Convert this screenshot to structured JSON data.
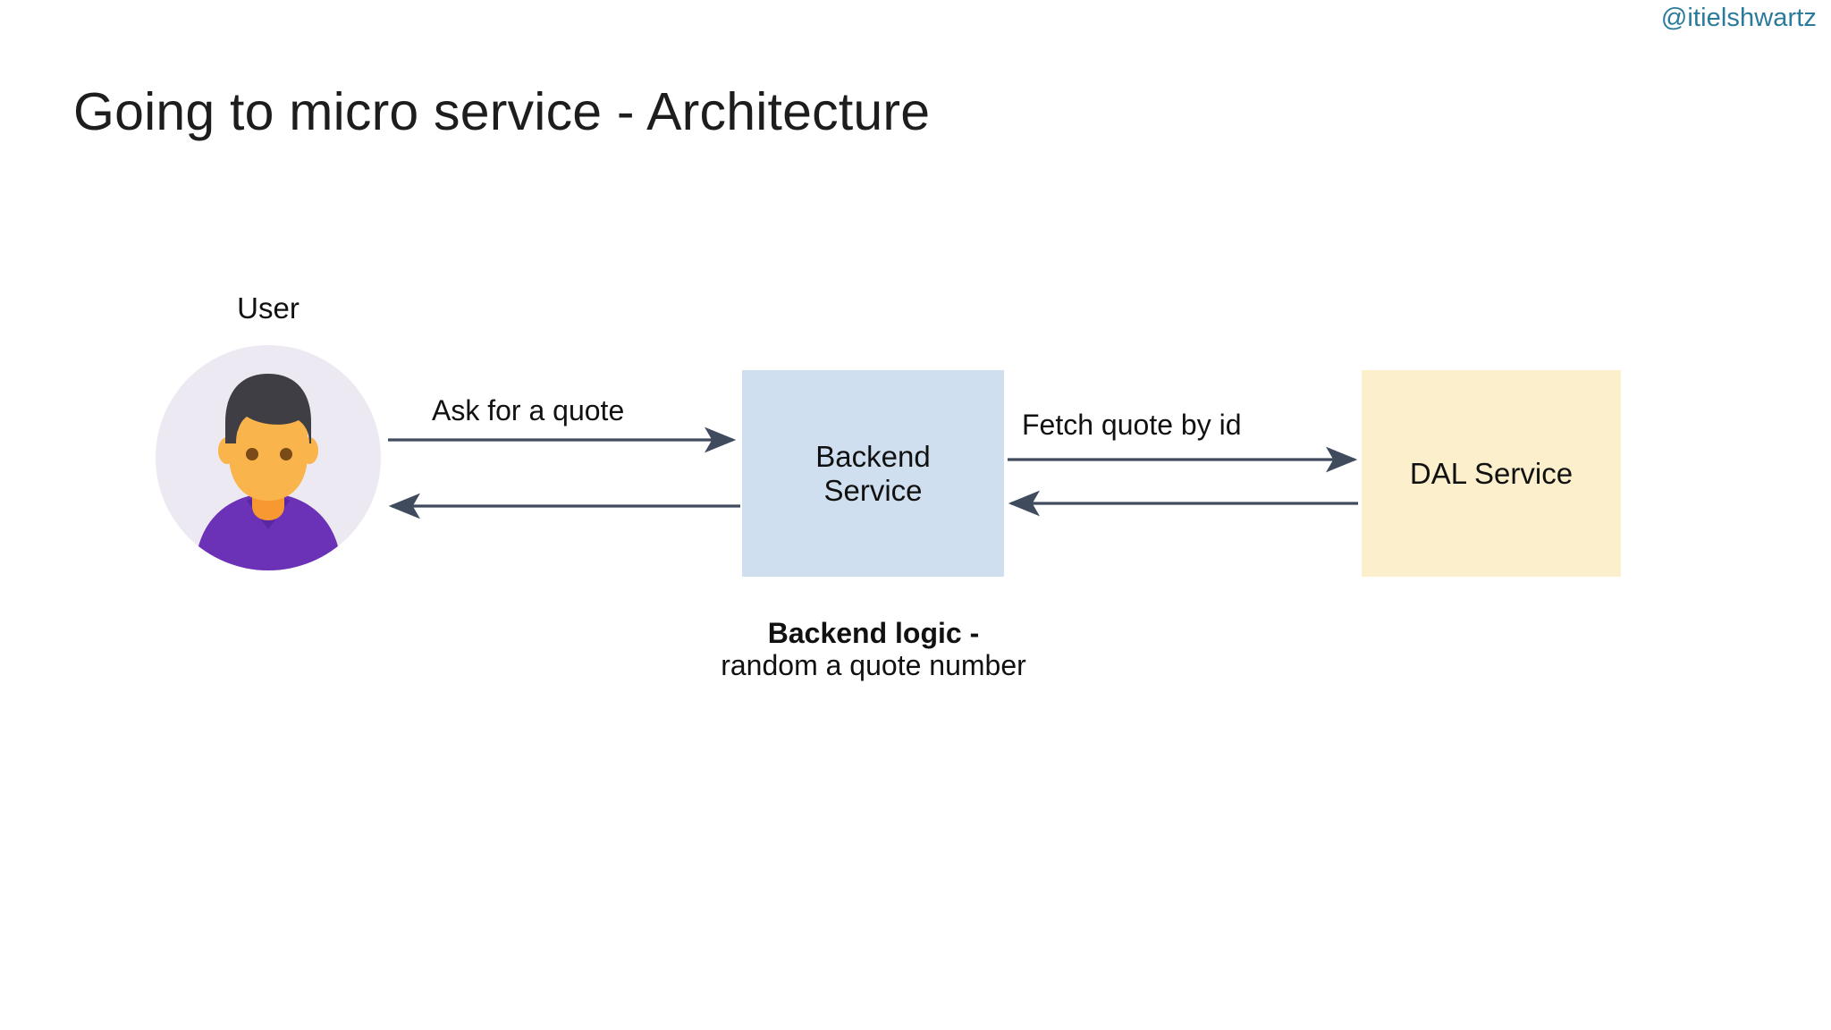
{
  "slide": {
    "handle": "@itielshwartz",
    "title": "Going to micro service - Architecture",
    "background_color": "#ffffff"
  },
  "colors": {
    "handle": "#2a7a9b",
    "title": "#1d1d1d",
    "arrow": "#404b5e",
    "backend_box": "#cfdff0",
    "dal_box": "#fcefcb",
    "avatar_circle": "#ede9f2",
    "avatar_hair": "#3e3e44",
    "avatar_skin": "#f9b44c",
    "avatar_neck": "#f79831",
    "avatar_shirt": "#6b32b8",
    "avatar_shirt_dark": "#5a27a3",
    "avatar_eye": "#7a4a18"
  },
  "actors": {
    "user": {
      "label": "User",
      "icon": "user-avatar-icon"
    }
  },
  "nodes": [
    {
      "id": "backend",
      "label": "Backend\nService",
      "color": "#cfdff0"
    },
    {
      "id": "dal",
      "label": "DAL Service",
      "color": "#fcefcb"
    }
  ],
  "captions": {
    "backend": {
      "strong": "Backend logic -",
      "rest": "random a quote\nnumber"
    }
  },
  "edges": [
    {
      "id": "user-to-backend",
      "label": "Ask for a quote",
      "direction": "right",
      "from": "user",
      "to": "backend"
    },
    {
      "id": "backend-to-user",
      "label": "",
      "direction": "left",
      "from": "backend",
      "to": "user"
    },
    {
      "id": "backend-to-dal",
      "label": "Fetch quote by id",
      "direction": "right",
      "from": "backend",
      "to": "dal"
    },
    {
      "id": "dal-to-backend",
      "label": "",
      "direction": "left",
      "from": "dal",
      "to": "backend"
    }
  ]
}
